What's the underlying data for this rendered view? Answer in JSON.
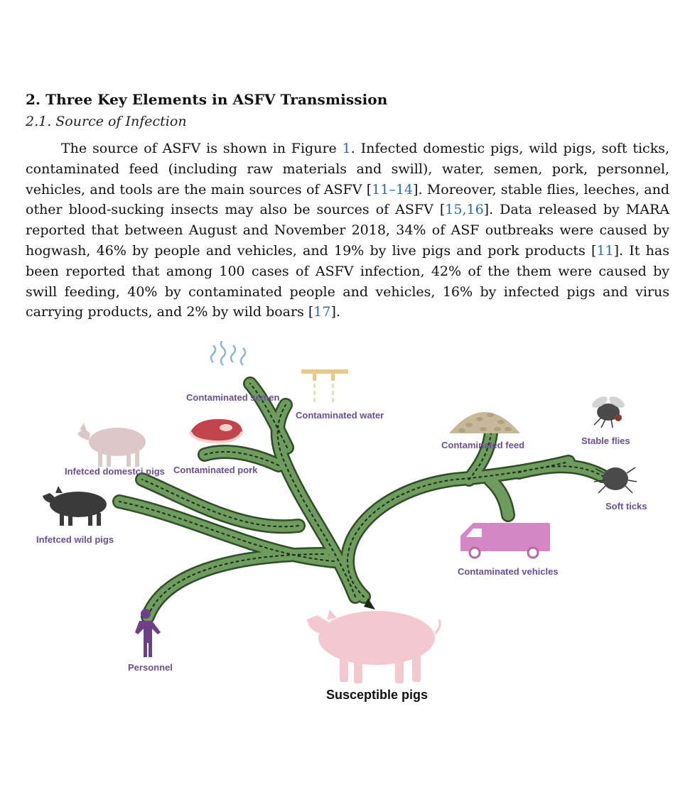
{
  "section": {
    "heading": "2. Three Key Elements in ASFV Transmission",
    "subheading": "2.1. Source of Infection"
  },
  "paragraph": {
    "lines": [
      [
        "The source of ASFV is shown in Figure ",
        "1",
        ". Infected domestic pigs, wild pigs, soft ticks,"
      ],
      [
        "contaminated feed (including raw materials and swill), water, semen, pork, personnel,"
      ],
      [
        "vehicles, and tools are the main sources of ASFV [",
        "11–14",
        "]. Moreover, stable flies, leeches, and"
      ],
      [
        "other blood-sucking insects may also be sources of ASFV [",
        "15,16",
        "]. Data released by MARA"
      ],
      [
        "reported that between August and November 2018, 34% of ASF outbreaks were caused by"
      ],
      [
        "hogwash, 46% by people and vehicles, and 19% by live pigs and pork products [",
        "11",
        "]. It has"
      ],
      [
        "been reported that among 100 cases of ASFV infection, 42% of the them were caused by"
      ],
      [
        "swill feeding, 40% by contaminated people and vehicles, 16% by infected pigs and virus"
      ],
      [
        "carrying products, and 2% by wild boars [",
        "17",
        "]."
      ]
    ]
  },
  "figure": {
    "labels": {
      "semen": "Contaminated semen",
      "water": "Contaminated water",
      "domestic_pigs": "Infetced domestci pigs",
      "pork": "Contaminated pork",
      "wild_pigs": "Infetced wild  pigs",
      "feed": "Contaminated feed",
      "flies": "Stable flies",
      "ticks": "Soft ticks",
      "vehicles": "Contaminated vehicles",
      "personnel": "Personnel",
      "susceptible": "Susceptible pigs"
    },
    "colors": {
      "branch": "#6e9c5e",
      "branch_outline": "#2f4d27",
      "label": "#6c4f93",
      "pig_pink": "#f3c9cf",
      "pig_dark": "#3a3a3a",
      "vehicle": "#d487c3",
      "person": "#6c3f86"
    }
  }
}
